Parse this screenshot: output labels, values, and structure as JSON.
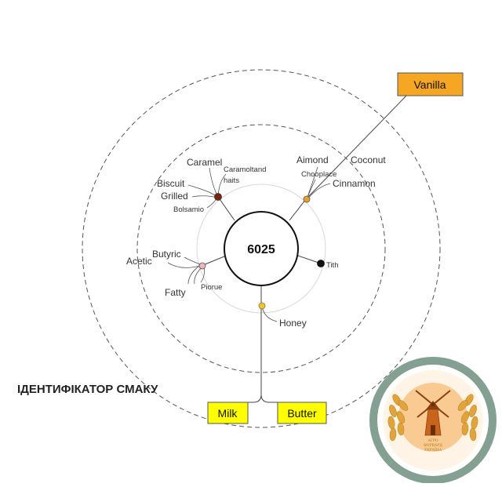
{
  "title": "ІДЕНТИФІКАТОР СМАКУ",
  "center_value": "6025",
  "boxes": {
    "vanilla": "Vanilla",
    "milk": "Milk",
    "butter": "Butter"
  },
  "labels": {
    "caramel": "Caramel",
    "caramoltand": "Caramoltand",
    "haits": "haits",
    "biscuit": "Biscuit",
    "grilled": "Grilled",
    "bolsamio": "Bolsamio",
    "aimond": "Aimond",
    "coconut": "Coconut",
    "chooplace": "Chooplace",
    "cinnamon": "Cinnamon",
    "butyric": "Butyric",
    "acetic": "Acetic",
    "fatty": "Fatty",
    "piorue": "Piorue",
    "tith": "Tith",
    "honey": "Honey"
  },
  "logo": {
    "line1": "АГРО",
    "line2": "ФОРВАРД",
    "line3": "УКРАЇНА"
  },
  "colors": {
    "box_yellow": "#ffff00",
    "box_orange": "#f5a623",
    "dot_brown": "#7a2410",
    "dot_orange": "#f0a020",
    "dot_pink": "#f2b5b5",
    "dot_black": "#111111",
    "dot_yellow": "#f5c518"
  }
}
